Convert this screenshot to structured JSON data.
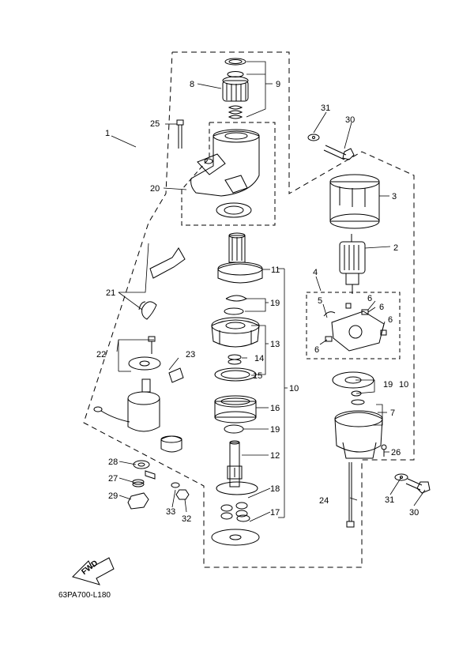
{
  "diagram": {
    "code": "63PA700-L180",
    "fwd_label": "FWD",
    "callouts": {
      "c1": "1",
      "c2": "2",
      "c3": "3",
      "c4": "4",
      "c5": "5",
      "c6a": "6",
      "c6b": "6",
      "c6c": "6",
      "c6d": "6",
      "c7": "7",
      "c8": "8",
      "c9": "9",
      "c10a": "10",
      "c10b": "10",
      "c11": "11",
      "c12": "12",
      "c13": "13",
      "c14": "14",
      "c15": "15",
      "c16": "16",
      "c17": "17",
      "c18": "18",
      "c19a": "19",
      "c19b": "19",
      "c19c": "19",
      "c20": "20",
      "c21": "21",
      "c22": "22",
      "c23": "23",
      "c24": "24",
      "c25": "25",
      "c26": "26",
      "c27": "27",
      "c28": "28",
      "c29": "29",
      "c30a": "30",
      "c30b": "30",
      "c31a": "31",
      "c31b": "31",
      "c32": "32",
      "c33": "33"
    }
  }
}
